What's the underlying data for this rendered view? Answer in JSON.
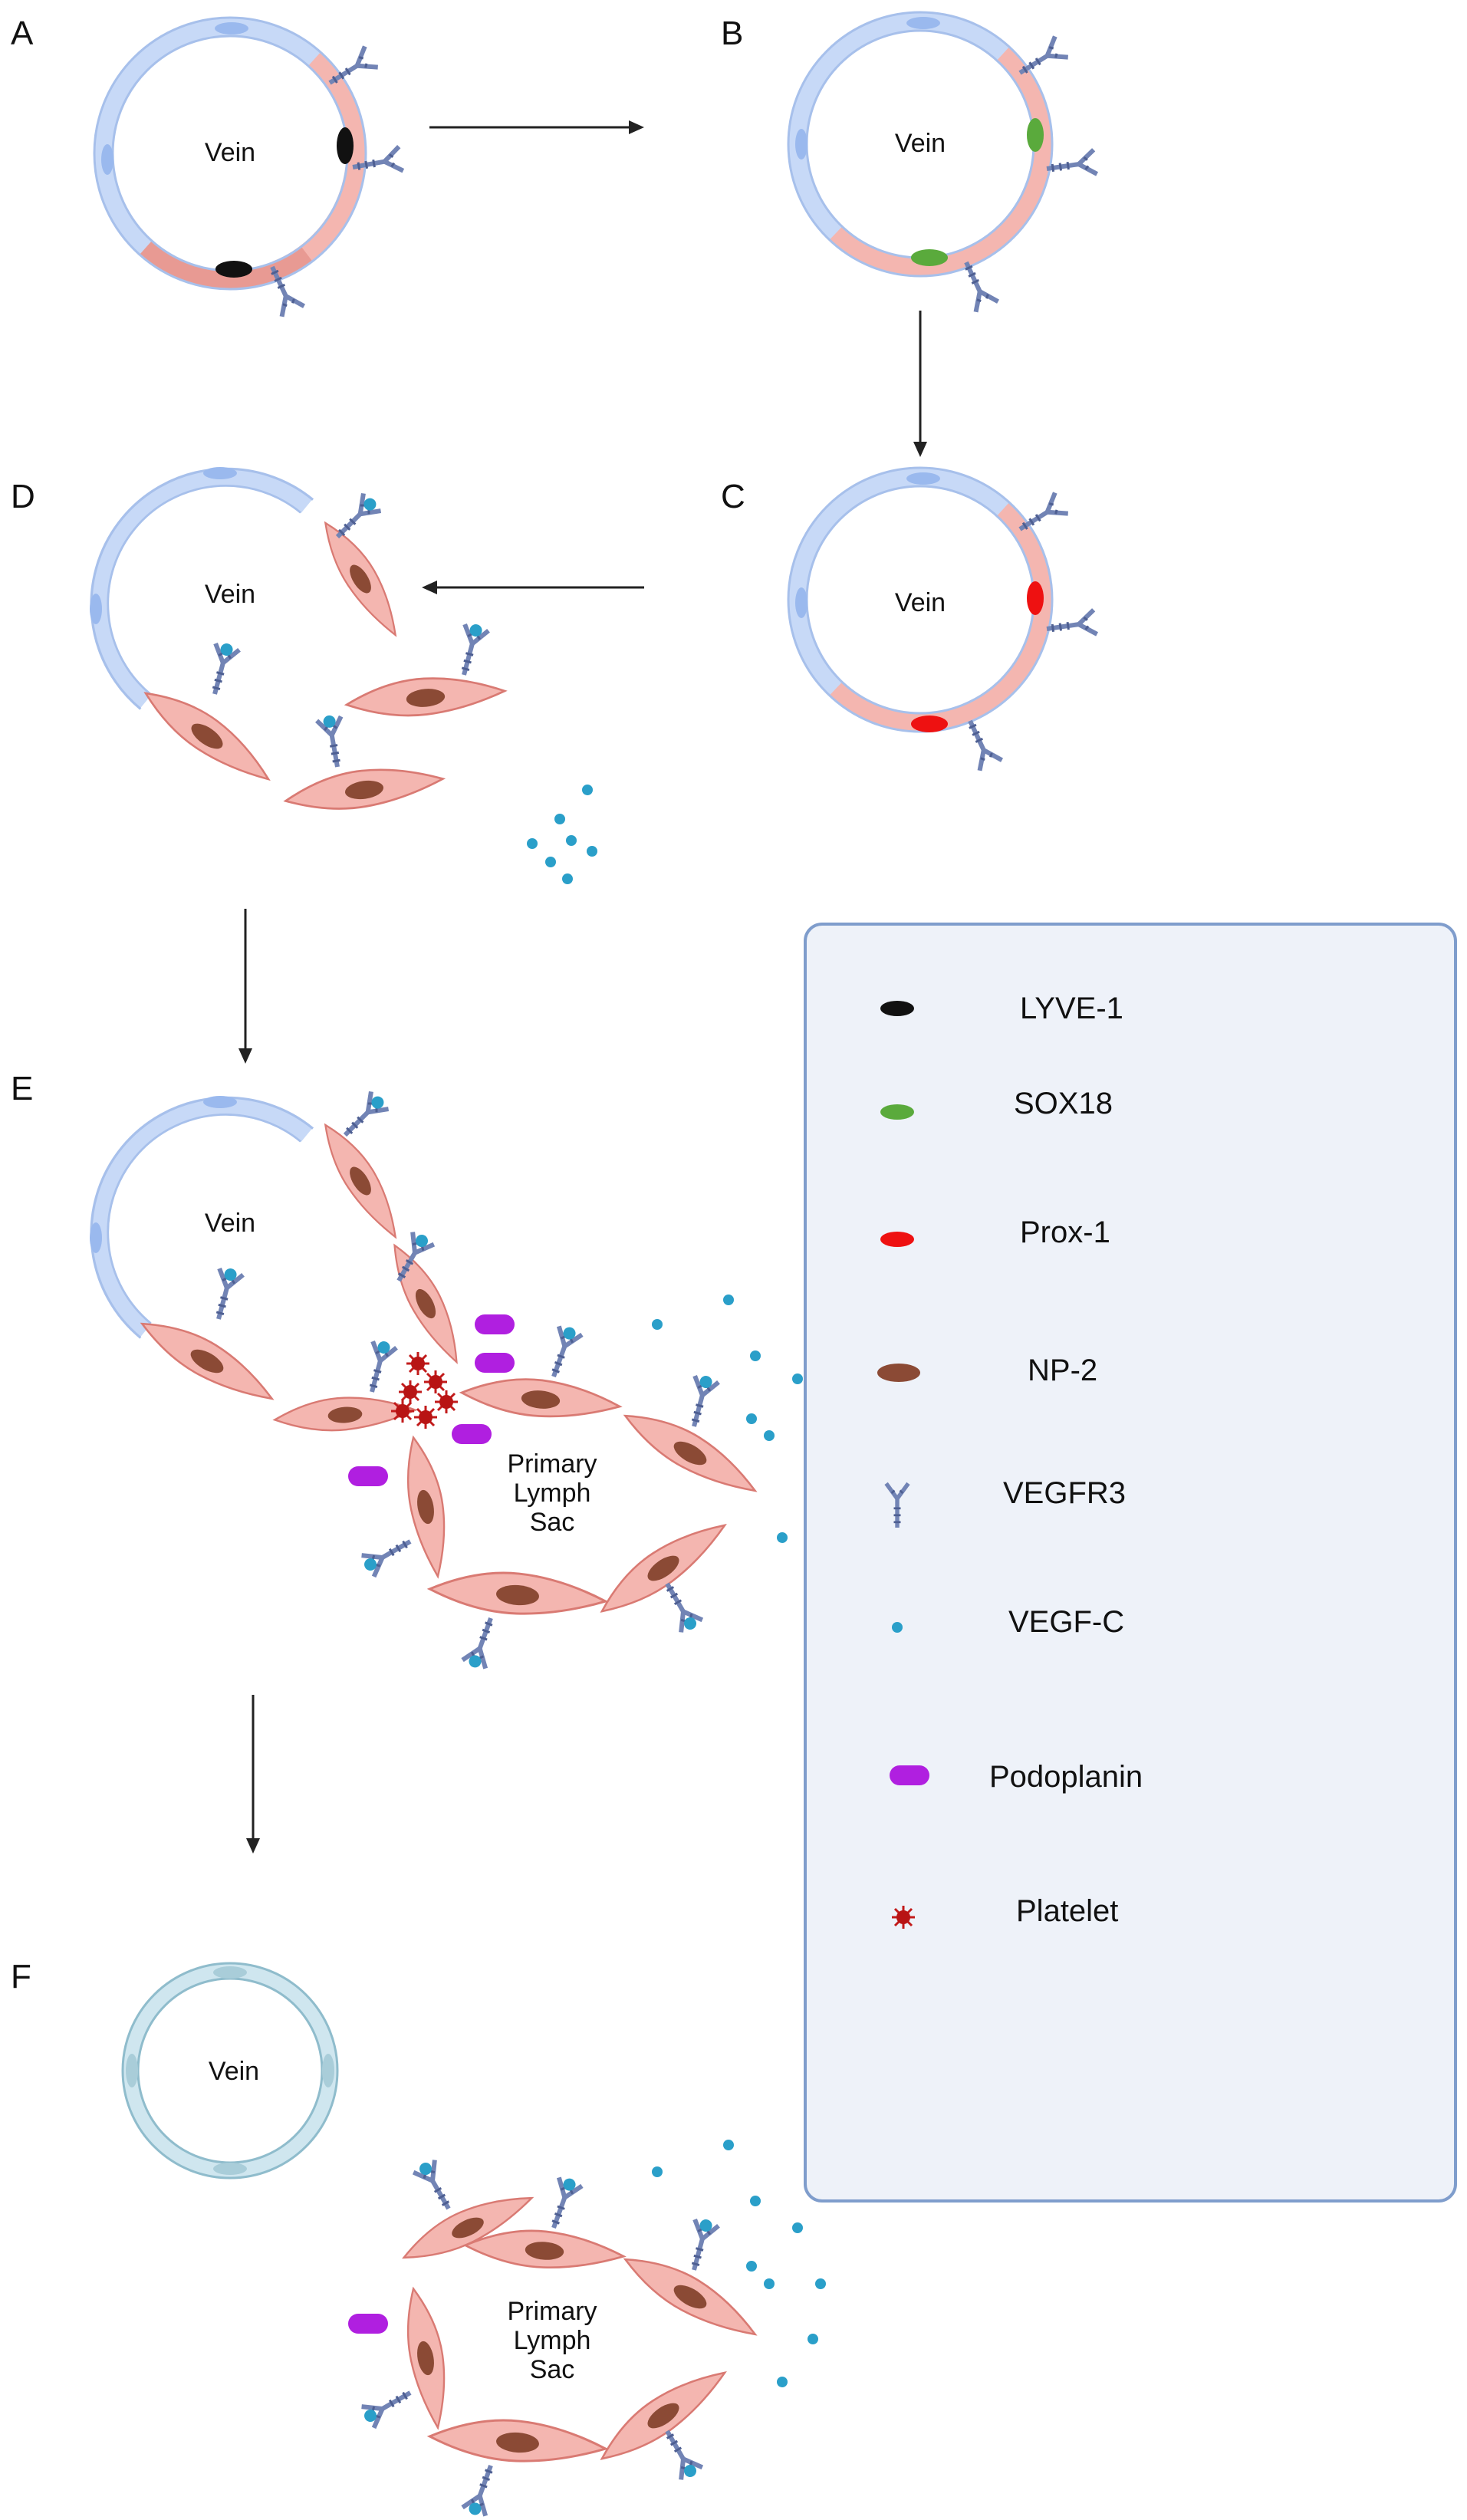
{
  "panels": {
    "A": {
      "letter": "A",
      "vessel_label": "Vein"
    },
    "B": {
      "letter": "B",
      "vessel_label": "Vein"
    },
    "C": {
      "letter": "C",
      "vessel_label": "Vein"
    },
    "D": {
      "letter": "D",
      "vessel_label": "Vein"
    },
    "E": {
      "letter": "E",
      "vessel_label": "Vein",
      "sac_label": [
        "Primary",
        "Lymph",
        "Sac"
      ]
    },
    "F": {
      "letter": "F",
      "vessel_label": "Vein",
      "sac_label": [
        "Primary",
        "Lymph",
        "Sac"
      ]
    }
  },
  "legend": {
    "items": [
      {
        "label": "LYVE-1",
        "icon": "black-oval-icon",
        "color": "#111111"
      },
      {
        "label": "SOX18",
        "icon": "green-oval-icon",
        "color": "#5aaa3c"
      },
      {
        "label": "Prox-1",
        "icon": "red-oval-icon",
        "color": "#ee1111"
      },
      {
        "label": "NP-2",
        "icon": "brown-oval-icon",
        "color": "#8b4a35"
      },
      {
        "label": "VEGFR3",
        "icon": "receptor-icon",
        "color": "#6b7fb0"
      },
      {
        "label": "VEGF-C",
        "icon": "blue-dot-icon",
        "color": "#2a9fc9"
      },
      {
        "label": "Podoplanin",
        "icon": "purple-pill-icon",
        "color": "#b01fe0"
      },
      {
        "label": "Platelet",
        "icon": "platelet-icon",
        "color": "#c21b1b"
      }
    ]
  },
  "colors": {
    "vein_cell": "#c7d9f7",
    "vein_nucleus": "#9ab9ee",
    "lec_cell": "#f4b6b0",
    "lec_border": "#d97a73",
    "mature_vein": "#cfe6ef",
    "legend_bg": "#eef2f9",
    "legend_border": "#7f9dcc"
  }
}
